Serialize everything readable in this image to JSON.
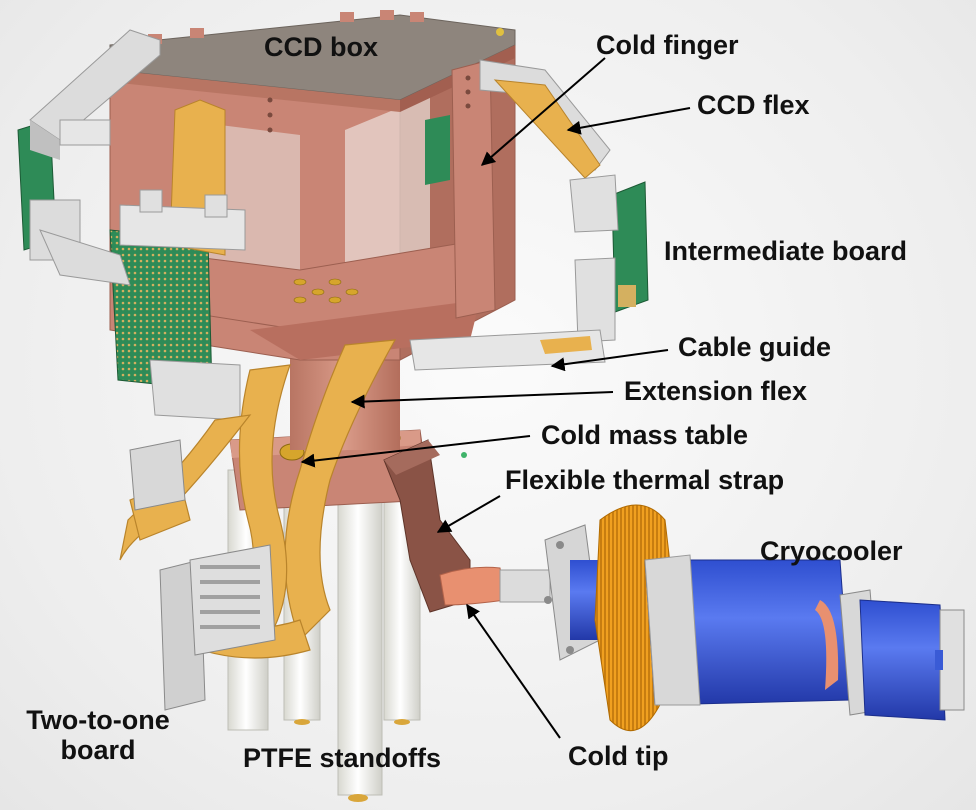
{
  "labels": {
    "ccd_box": "CCD box",
    "cold_finger": "Cold finger",
    "ccd_flex": "CCD flex",
    "intermediate_board": "Intermediate board",
    "cable_guide": "Cable guide",
    "extension_flex": "Extension flex",
    "cold_mass_table": "Cold mass table",
    "flexible_thermal_strap": "Flexible thermal strap",
    "cryocooler": "Cryocooler",
    "two_to_one_board_line1": "Two-to-one",
    "two_to_one_board_line2": "board",
    "ptfe_standoffs": "PTFE standoffs",
    "cold_tip": "Cold tip"
  },
  "colors": {
    "background": "#efefef",
    "copper": "#c98575",
    "copper_dark": "#a96a5a",
    "lid": "#8e857d",
    "flex": "#e8b14e",
    "pcb": "#2e8b57",
    "guide": "#dcdcdc",
    "ptfe": "#f2f2ea",
    "cryocooler": "#3a5bd6",
    "radiator": "#f0a020",
    "strap": "#8a5346",
    "cold_tip": "#e89070"
  }
}
